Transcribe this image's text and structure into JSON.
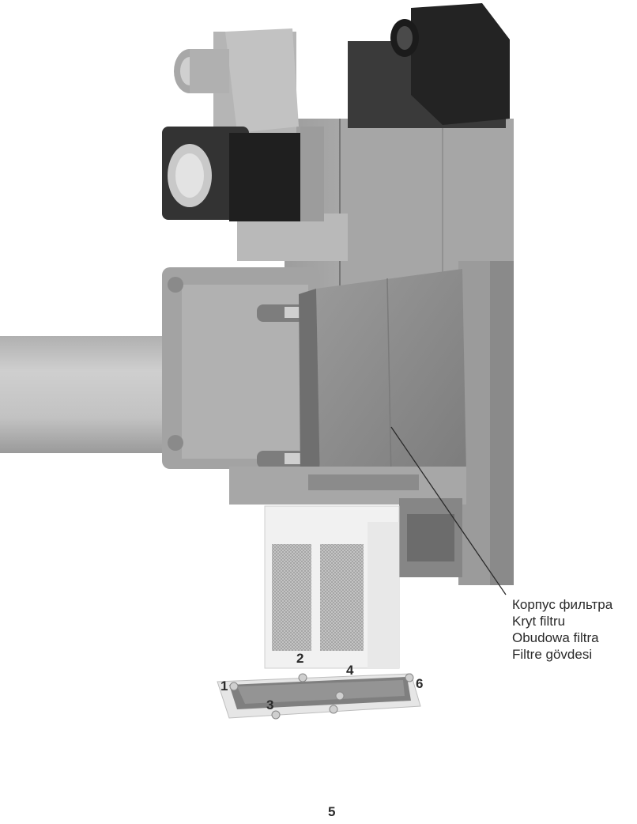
{
  "caption": {
    "lines": [
      "Корпус фильтра",
      "Kryt filtru",
      "Obudowa filtra",
      "Filtre gövdesi"
    ]
  },
  "screw_numbers": {
    "n1": "1",
    "n2": "2",
    "n3": "3",
    "n4": "4",
    "n5": "5",
    "n6": "6"
  },
  "colors": {
    "metal_body": "#a9a9a9",
    "metal_dark": "#6e6e6e",
    "connector_grey": "#b8b8b8",
    "connector_black": "#2b2b2b",
    "pipe": "#c4c4c4",
    "filter_frame": "#f2f2f2",
    "filter_mesh": "#b0b0b0",
    "text": "#2a2a2a"
  }
}
